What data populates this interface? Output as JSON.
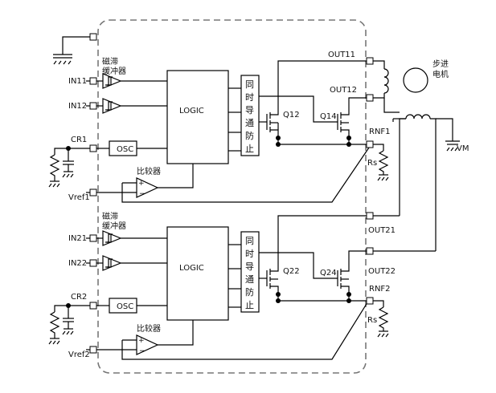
{
  "labels": {
    "out11": "OUT11",
    "out12": "OUT12",
    "out21": "OUT21",
    "out22": "OUT22",
    "stepper_motor": "步进\n电机",
    "vm": "VM",
    "rnf1": "RNF1",
    "rnf2": "RNF2",
    "rs_top": "Rs",
    "rs_bottom": "Rs",
    "hyst_buffer_top": "磁滞\n缓冲器",
    "hyst_buffer_bottom": "磁滞\n缓冲器",
    "in11": "IN11",
    "in12": "IN12",
    "in21": "IN21",
    "in22": "IN22",
    "cr1": "CR1",
    "cr2": "CR2",
    "osc_top": "OSC",
    "osc_bottom": "OSC",
    "logic_top": "LOGIC",
    "logic_bottom": "LOGIC",
    "comparator_top": "比较器",
    "comparator_bottom": "比较器",
    "vref1": "Vref1",
    "vref2": "Vref2",
    "q12": "Q12",
    "q14": "Q14",
    "q22": "Q22",
    "q24": "Q24",
    "shoot_through_top": [
      "同",
      "时",
      "导",
      "通",
      "防",
      "止"
    ],
    "shoot_through_bottom": [
      "同",
      "时",
      "导",
      "通",
      "防",
      "止"
    ]
  }
}
